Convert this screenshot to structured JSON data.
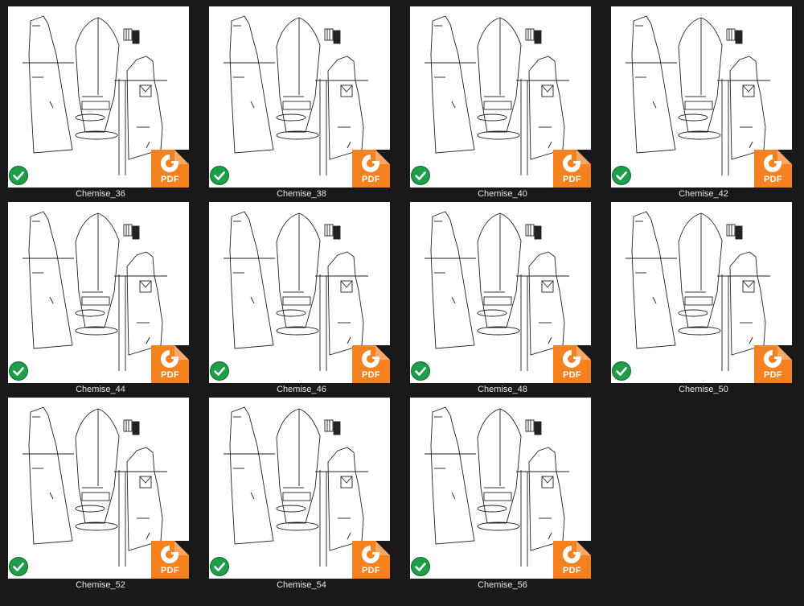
{
  "files": [
    {
      "name": "Chemise_36"
    },
    {
      "name": "Chemise_38"
    },
    {
      "name": "Chemise_40"
    },
    {
      "name": "Chemise_42"
    },
    {
      "name": "Chemise_44"
    },
    {
      "name": "Chemise_46"
    },
    {
      "name": "Chemise_48"
    },
    {
      "name": "Chemise_50"
    },
    {
      "name": "Chemise_52"
    },
    {
      "name": "Chemise_54"
    },
    {
      "name": "Chemise_56"
    }
  ],
  "badge": {
    "label": "PDF"
  },
  "colors": {
    "background": "#191919",
    "pdf_orange": "#f5821f",
    "check_green": "#1e9e49"
  },
  "icons": {
    "status": "check-icon",
    "file_type": "pdf-icon"
  }
}
